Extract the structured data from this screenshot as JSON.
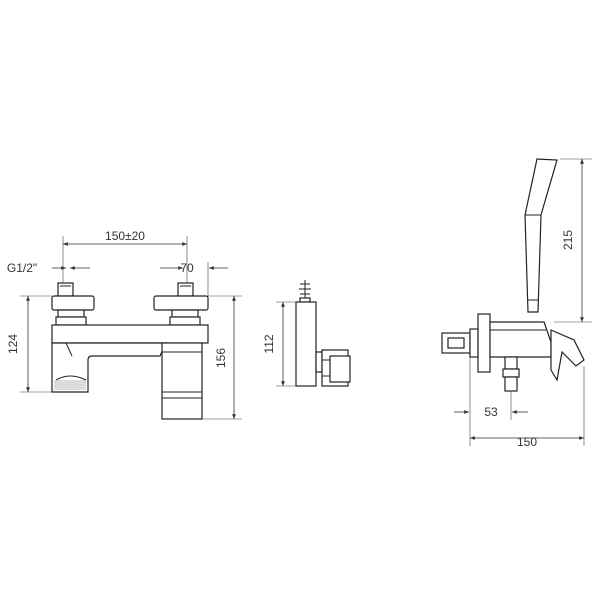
{
  "dimensions": {
    "front_width": "150±20",
    "connection_thread": "G1/2\"",
    "handle_spacing": "70",
    "front_body_height": "124",
    "front_total_height": "156",
    "side_height": "112",
    "handshower_height": "215",
    "outlet_offset": "53",
    "projection_depth": "150"
  },
  "colors": {
    "line": "#222222",
    "background": "#ffffff"
  }
}
